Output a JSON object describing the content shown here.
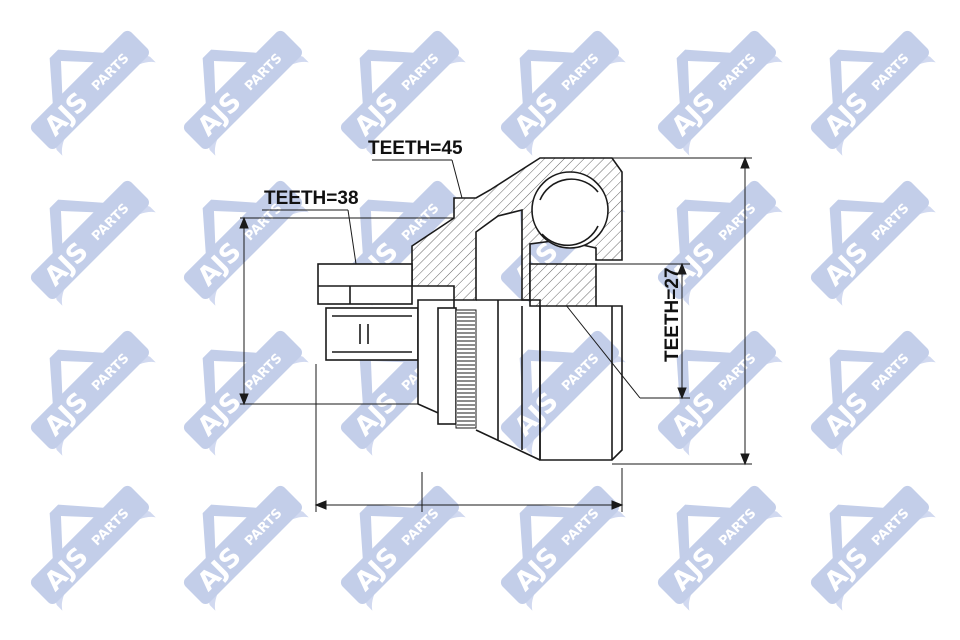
{
  "drawing": {
    "labels": {
      "teeth_outer": "TEETH=45",
      "teeth_inner_left": "TEETH=38",
      "teeth_inner_right": "TEETH=27"
    }
  },
  "watermark": {
    "brand": "AJS",
    "word": "PARTS",
    "tile_color": "#b9c6e6"
  },
  "colors": {
    "line": "#1a1a1a",
    "hatch": "#555555"
  }
}
